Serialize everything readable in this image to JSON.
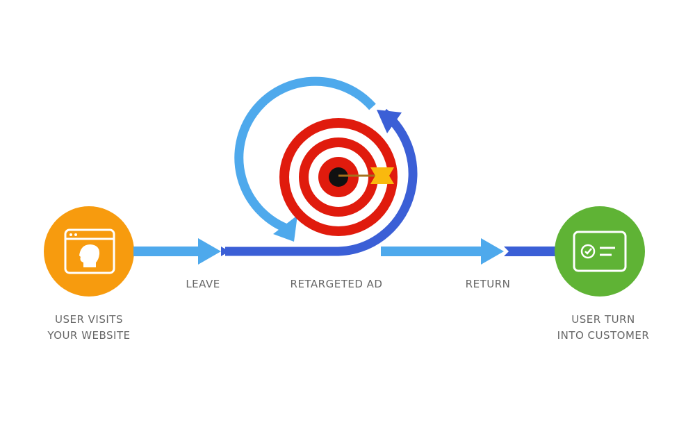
{
  "steps": {
    "visit": "USER VISITS YOUR WEBSITE",
    "visit_l1": "USER VISITS",
    "visit_l2": "YOUR WEBSITE",
    "leave": "LEAVE",
    "retarget": "RETARGETED AD",
    "return": "RETURN",
    "customer_l1": "USER TURN",
    "customer_l2": "INTO CUSTOMER"
  },
  "colors": {
    "orange": "#f79b0e",
    "green": "#5fb335",
    "light_blue": "#4ea9ec",
    "dark_blue": "#3b5fd6",
    "red": "#e01b0d"
  },
  "icons": [
    "browser-user-icon",
    "target-icon",
    "dart-icon",
    "checklist-card-icon"
  ]
}
